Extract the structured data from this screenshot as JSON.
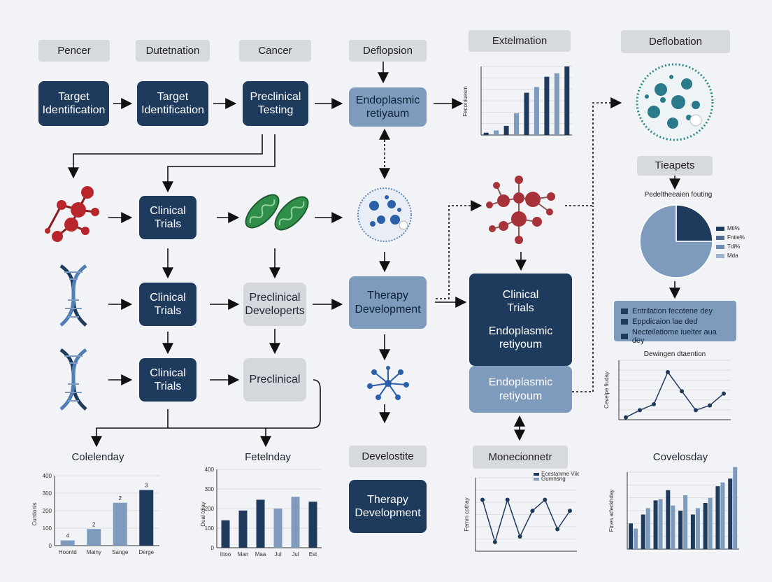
{
  "headers": {
    "h1": "Pencer",
    "h2": "Dutetnation",
    "h3": "Cancer",
    "h4": "Deflopsion",
    "h5": "Extelmation",
    "h6": "Deflobation",
    "h7": "Tieapets",
    "h8": "Develostite",
    "h9": "Monecionnetr"
  },
  "boxes": {
    "b1": "Target Identification",
    "b2": "Target Identification",
    "b3": "Preclinical Testing",
    "b4": "Endoplasmic retiyaum",
    "b5": "Clinical Trials",
    "b6": "Clinical Trials",
    "b7": "Preclinical Developerts",
    "b8": "Therapy Development",
    "b9": "Clinical Trials",
    "b10": "Preclinical",
    "b11_a": "Clinical Trials",
    "b11_b": "Endoplasmic retiyoum",
    "b12": "Endoplasmic retiyoum",
    "b13": "Therapy Development"
  },
  "labels": {
    "colelenday": "Colelenday",
    "fetelnday": "Fetelnday",
    "covelosday": "Covelosday",
    "pie_title": "Pedeltheeaien fouting",
    "line_title": "Dewingen dtaention"
  },
  "legend_box": {
    "rows": [
      "Entrilation fecotene dey",
      "Eppdicaion lae ded",
      "Necteilatiome iuelter aua dey"
    ]
  },
  "pie_legend": [
    "Mti%",
    "Fntie%",
    "Tdi%",
    "Mda"
  ],
  "colors": {
    "dark": "#1e3a5c",
    "mid": "#7e9bbd",
    "light": "#d4d7dc",
    "molecule": "#b8262c",
    "background": "#f1f3f6"
  },
  "chart_data": [
    {
      "type": "bar",
      "title": "Colelenday",
      "categories": [
        "Hoontd",
        "Mainy",
        "Sange",
        "Derge"
      ],
      "values": [
        4,
        2,
        2,
        3
      ],
      "series": [
        {
          "values": [
            30,
            95,
            245,
            318
          ]
        }
      ],
      "ylim": [
        0,
        400
      ],
      "yticks": [
        "0",
        "100",
        "200",
        "300",
        "400"
      ],
      "ylabel": "Cuntlonis"
    },
    {
      "type": "bar",
      "title": "Fetelnday",
      "categories": [
        "Ittoo",
        "Man",
        "Maa",
        "Jul",
        "Jul",
        "Est"
      ],
      "series": [
        {
          "name": "dark",
          "values": [
            140,
            190,
            245,
            0,
            0,
            235
          ]
        },
        {
          "name": "light",
          "values": [
            0,
            0,
            0,
            200,
            260,
            0
          ]
        }
      ],
      "ylim": [
        0,
        400
      ],
      "yticks": [
        "0",
        "100",
        "200",
        "300",
        "400"
      ],
      "ylabel": "Dual tdiay"
    },
    {
      "type": "bar",
      "title": "Extelmation",
      "values": [
        10,
        20,
        40,
        95,
        185,
        210,
        255,
        270,
        300
      ],
      "ylim": [
        0,
        300
      ],
      "ylabel": "Feconiuesm"
    },
    {
      "type": "pie",
      "title": "Pedeltheeaien fouting",
      "slices": [
        25,
        75
      ],
      "legend": [
        "Mti%",
        "Fntie%",
        "Tdi%",
        "Mda"
      ]
    },
    {
      "type": "line",
      "title": "Dewingen dtaention",
      "values": [
        2,
        8,
        13,
        40,
        24,
        8,
        12,
        22
      ],
      "ylim": [
        0,
        50
      ],
      "ylabel": "Cevelpe fiuday"
    },
    {
      "type": "line",
      "title": "Monecionnetr",
      "legend": [
        "Ecestanme Vileey",
        "Gumnsng"
      ],
      "values": [
        28,
        5,
        28,
        8,
        22,
        28,
        12,
        22
      ],
      "ylim": [
        0,
        40
      ],
      "ylabel": "Femm cothay"
    },
    {
      "type": "bar",
      "title": "Covelosday",
      "series": [
        {
          "name": "dark",
          "values": [
            100,
            135,
            190,
            230,
            150,
            135,
            180,
            245,
            275
          ]
        },
        {
          "name": "light",
          "values": [
            80,
            160,
            195,
            170,
            210,
            160,
            200,
            260,
            320
          ]
        }
      ],
      "ylim": [
        0,
        300
      ],
      "ylabel": "Fines atfeckhday"
    }
  ]
}
